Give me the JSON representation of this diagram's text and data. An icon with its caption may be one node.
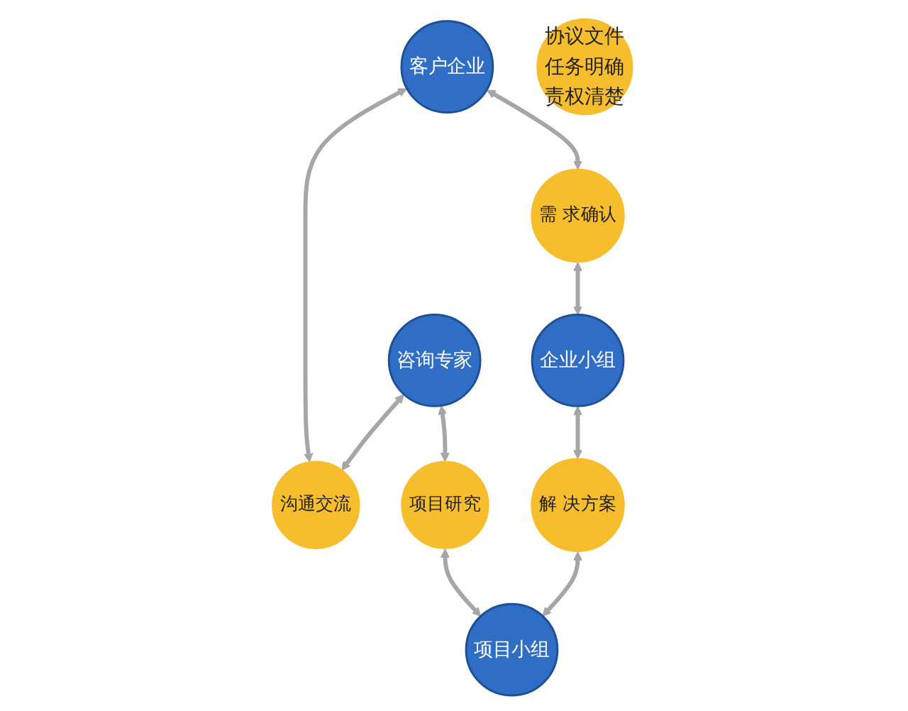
{
  "diagram": {
    "nodes": [
      {
        "text": [
          "客户企业"
        ]
      },
      {
        "text": [
          "咨询专家"
        ]
      },
      {
        "text": [
          "沟通交流"
        ]
      },
      {
        "text": [
          "需 求确认"
        ]
      },
      {
        "text": [
          "协议文件任务明确责权清楚"
        ]
      },
      {
        "text": [
          "项目研究"
        ]
      },
      {
        "text": [
          "解 决方案"
        ]
      },
      {
        "text": [
          "企业小组"
        ]
      },
      {
        "text": [
          "项目小组"
        ]
      }
    ],
    "edges": [
      {
        "from": 0,
        "to": 2,
        "arrow": "both"
      },
      {
        "from": 0,
        "to": 3,
        "arrow": "both"
      },
      {
        "from": 1,
        "to": 2,
        "arrow": "both"
      },
      {
        "from": 1,
        "to": 5,
        "arrow": "both"
      },
      {
        "from": 3,
        "to": 7,
        "arrow": "both"
      },
      {
        "from": 7,
        "to": 6,
        "arrow": "both"
      },
      {
        "from": 5,
        "to": 8,
        "arrow": "both"
      },
      {
        "from": 6,
        "to": 8,
        "arrow": "both"
      }
    ]
  }
}
